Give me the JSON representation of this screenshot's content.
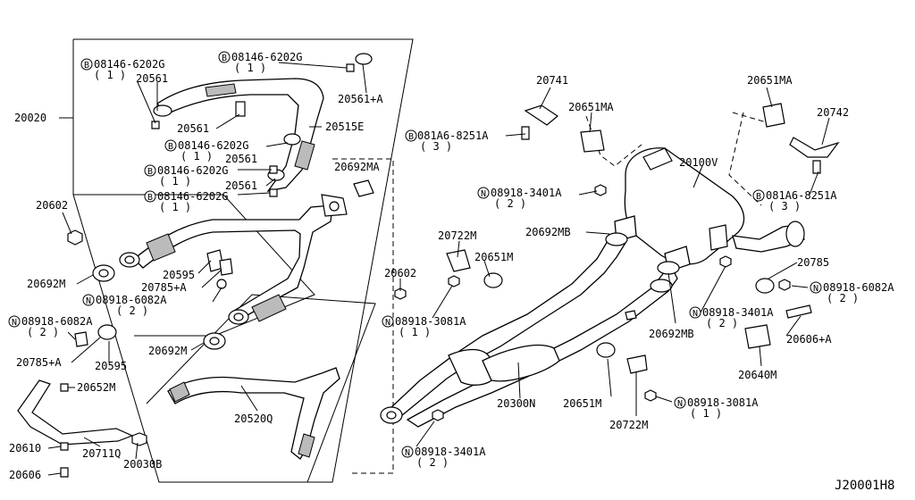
{
  "diagram_id": "J20001H8",
  "groups": {
    "front_tube": "20020",
    "center_tube": "20300N",
    "main_muffler": "20100V"
  },
  "labels": {
    "p1": "08146-6202G",
    "p1q": "( 1 )",
    "p2": "20561",
    "p3": "08146-6202G",
    "p3q": "( 1 )",
    "p4": "20561+A",
    "p5": "20515E",
    "p6": "20561",
    "p7": "08146-6202G",
    "p7q": "( 1 )",
    "p8": "20561",
    "p9": "08146-6202G",
    "p9q": "( 1 )",
    "p10": "20561",
    "p11": "08146-6202G",
    "p11q": "( 1 )",
    "p12": "20692MA",
    "p13": "20602",
    "p14": "20692M",
    "p15": "20595",
    "p16": "20785+A",
    "p17": "08918-6082A",
    "p17q": "( 2 )",
    "p18": "08918-6082A",
    "p18q": "( 2 )",
    "p19": "20785+A",
    "p20": "20595",
    "p21": "20692M",
    "p22": "20602",
    "p23": "08918-3081A",
    "p23q": "( 1 )",
    "p24": "20520Q",
    "p25": "20652M",
    "p26": "20610",
    "p27": "20606",
    "p28": "20711Q",
    "p29": "20030B",
    "p30": "20741",
    "p31": "20651MA",
    "p32": "081A6-8251A",
    "p32q": "( 3 )",
    "p33": "08918-3401A",
    "p33q": "( 2 )",
    "p34": "20692MB",
    "p35": "20722M",
    "p36": "20651M",
    "p37": "20651MA",
    "p38": "20742",
    "p39": "081A6-8251A",
    "p39q": "( 3 )",
    "p40": "20785",
    "p41": "08918-6082A",
    "p41q": "( 2 )",
    "p42": "08918-3401A",
    "p42q": "( 2 )",
    "p43": "20692MB",
    "p44": "20606+A",
    "p45": "20640M",
    "p46": "20651M",
    "p47": "20722M",
    "p48": "08918-3081A",
    "p48q": "( 1 )",
    "p49": "08918-3401A",
    "p49q": "( 2 )"
  },
  "symbols": {
    "bolt_prefix": "B",
    "nut_prefix": "N"
  }
}
